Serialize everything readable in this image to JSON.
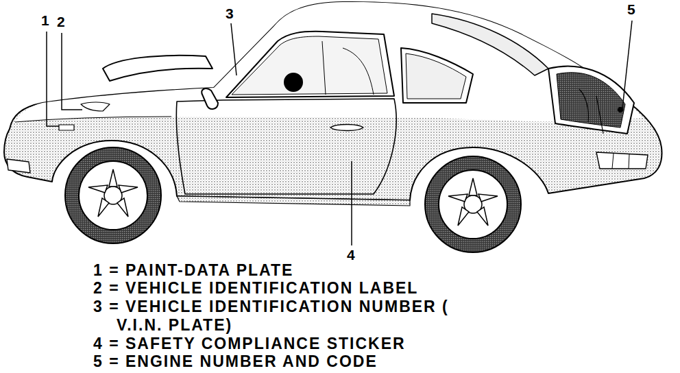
{
  "diagram": {
    "labels": [
      "1",
      "2",
      "3",
      "4",
      "5",
      "1 = PAINT-DATA PLATE",
      "2 = VEHICLE IDENTIFICATION LABEL",
      "3 = VEHICLE IDENTIFICATION NUMBER ( V.I.N. PLATE)",
      "4 = SAFETY COMPLIANCE STICKER",
      "5 = ENGINE NUMBER AND CODE"
    ]
  }
}
